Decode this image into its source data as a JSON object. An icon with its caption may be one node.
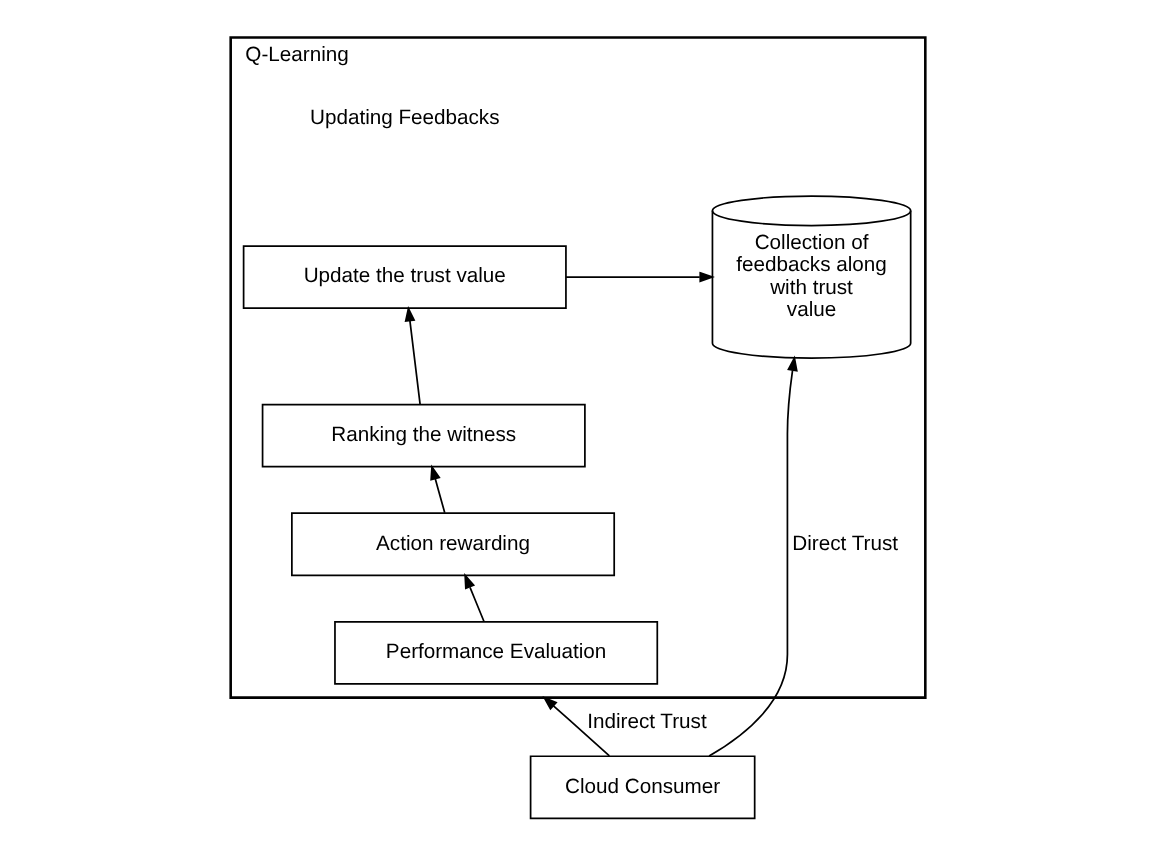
{
  "diagram": {
    "nodes": [
      {
        "text": [
          "Q-Learning"
        ]
      },
      {
        "text": [
          "Update the trust value"
        ],
        "in": 0
      },
      {
        "text": [
          "Ranking the witness"
        ],
        "in": 0
      },
      {
        "text": [
          "Action rewarding"
        ],
        "in": 0
      },
      {
        "text": [
          "Performance Evaluation"
        ],
        "in": 0
      },
      {
        "text": [
          "Collection of feedbacks along with trust value"
        ],
        "in": 0
      },
      {
        "text": [
          "Cloud Consumer"
        ]
      }
    ],
    "edges": [
      {
        "from": 4,
        "to": 3,
        "arrow": "to"
      },
      {
        "from": 3,
        "to": 2,
        "arrow": "to"
      },
      {
        "from": 2,
        "to": 1,
        "arrow": "to"
      },
      {
        "from": 1,
        "to": 5,
        "arrow": "to"
      },
      {
        "from": 6,
        "to": 0,
        "arrow": "to",
        "label": "Indirect Trust"
      },
      {
        "from": 6,
        "to": 5,
        "arrow": "to",
        "label": "Direct Trust"
      }
    ],
    "labels": [
      "Updating Feedbacks"
    ]
  }
}
